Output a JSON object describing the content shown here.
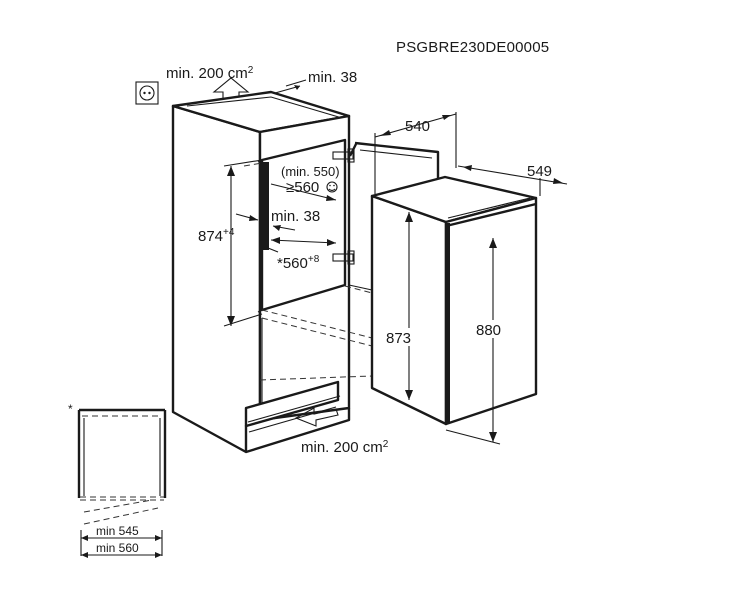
{
  "doc_code": "PSGBRE230DE00005",
  "dims": {
    "vent_top": "min. 200 cm",
    "vent_top_sup": "2",
    "gap_top": "min. 38",
    "door_clear_paren": "(min. 550)",
    "niche_depth": "≥560",
    "niche_height": "874",
    "niche_height_sup": "+4",
    "gap_rear": "min. 38",
    "niche_width": "*560",
    "niche_width_sup": "+8",
    "appliance_width": "540",
    "appliance_depth": "549",
    "appliance_height": "873",
    "overall_height": "880",
    "vent_bottom": "min. 200 cm",
    "vent_bottom_sup": "2",
    "plan_star": "*",
    "plan_min_545": "min 545",
    "plan_min_560": "min 560"
  },
  "icons": [
    "power-socket-icon",
    "smiley-icon",
    "air-flow-arrow-icon"
  ]
}
